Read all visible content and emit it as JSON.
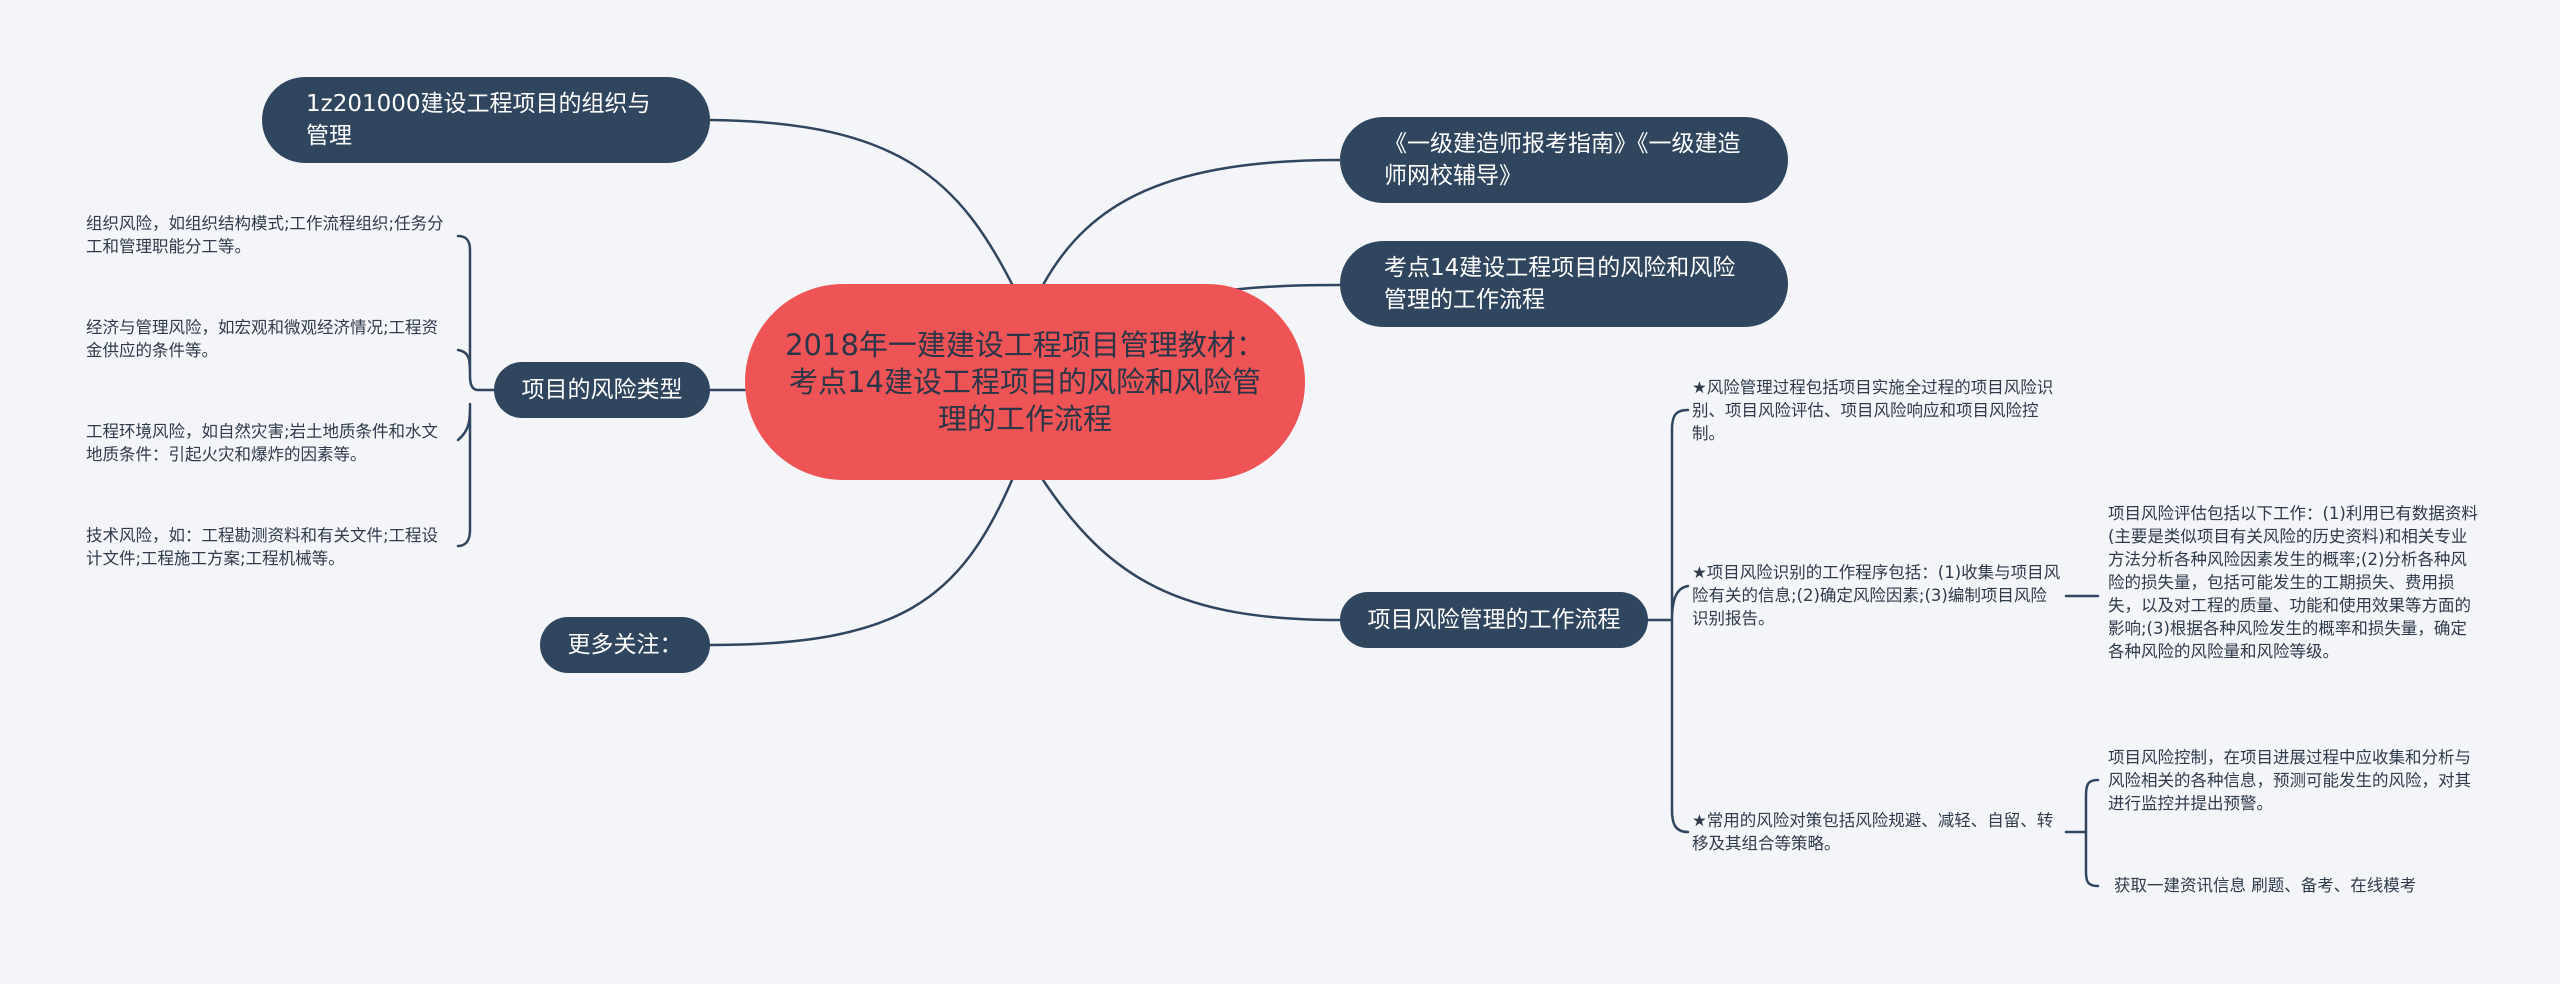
{
  "root": {
    "title": "2018年一建建设工程项目管理教材：考点14建设工程项目的风险和风险管理的工作流程"
  },
  "branches": {
    "org": "1z201000建设工程项目的组织与管理",
    "guide": "《一级建造师报考指南》《一级建造师网校辅导》",
    "kaodian": "考点14建设工程项目的风险和风险管理的工作流程",
    "risk_types": "项目的风险类型",
    "more": "更多关注：",
    "workflow": "项目风险管理的工作流程"
  },
  "risk_types": [
    "组织风险，如组织结构模式;工作流程组织;任务分工和管理职能分工等。",
    "经济与管理风险，如宏观和微观经济情况;工程资金供应的条件等。",
    "工程环境风险，如自然灾害;岩土地质条件和水文地质条件：引起火灾和爆炸的因素等。",
    "技术风险，如：工程勘测资料和有关文件;工程设计文件;工程施工方案;工程机械等。"
  ],
  "workflow": {
    "items": [
      "★风险管理过程包括项目实施全过程的项目风险识别、项目风险评估、项目风险响应和项目风险控制。",
      "★项目风险识别的工作程序包括：(1)收集与项目风险有关的信息;(2)确定风险因素;(3)编制项目风险识别报告。",
      "★常用的风险对策包括风险规避、减轻、自留、转移及其组合等策略。"
    ],
    "assessment": "项目风险评估包括以下工作：(1)利用已有数据资料(主要是类似项目有关风险的历史资料)和相关专业方法分析各种风险因素发生的概率;(2)分析各种风险的损失量，包括可能发生的工期损失、费用损失，以及对工程的质量、功能和使用效果等方面的影响;(3)根据各种风险发生的概率和损失量，确定各种风险的风险量和风险等级。",
    "control": "项目风险控制，在项目进展过程中应收集和分析与风险相关的各种信息，预测可能发生的风险，对其进行监控并提出预警。",
    "extra": "获取一建资讯信息 刷题、备考、在线模考"
  },
  "colors": {
    "background": "#f4f5f8",
    "root_fill": "#ee5455",
    "node_fill": "#30465e",
    "line": "#30465e",
    "leaf_text": "#2f3a4a"
  }
}
